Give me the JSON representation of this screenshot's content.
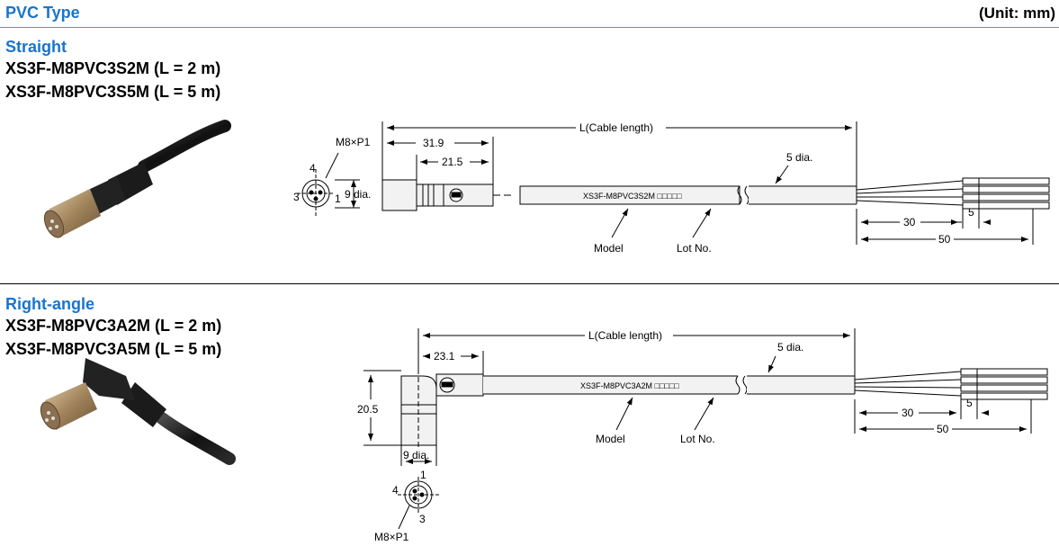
{
  "header": {
    "title": "PVC Type",
    "unit": "(Unit: mm)"
  },
  "straight": {
    "title": "Straight",
    "models": [
      "XS3F-M8PVC3S2M (L = 2 m)",
      "XS3F-M8PVC3S5M (L = 5 m)"
    ],
    "labels": {
      "thread": "M8×P1",
      "pin4": "4",
      "pin3": "3",
      "pin1": "1",
      "dia": "9 dia.",
      "len_total": "L(Cable length)",
      "dim1": "31.9",
      "dim2": "21.5",
      "cable_dia": "5 dia.",
      "cable_print": "XS3F-M8PVC3S2M □□□□□",
      "model": "Model",
      "lot": "Lot No.",
      "d30": "30",
      "d5": "5",
      "d50": "50"
    }
  },
  "right_angle": {
    "title": "Right-angle",
    "models": [
      "XS3F-M8PVC3A2M (L = 2 m)",
      "XS3F-M8PVC3A5M (L = 5 m)"
    ],
    "labels": {
      "len_total": "L(Cable length)",
      "dim1": "23.1",
      "cable_dia": "5 dia.",
      "height": "20.5",
      "dia": "9 dia.",
      "cable_print": "XS3F-M8PVC3A2M □□□□□",
      "model": "Model",
      "lot": "Lot No.",
      "d30": "30",
      "d5": "5",
      "d50": "50",
      "pin1": "1",
      "pin4": "4",
      "pin3": "3",
      "thread": "M8×P1"
    }
  }
}
